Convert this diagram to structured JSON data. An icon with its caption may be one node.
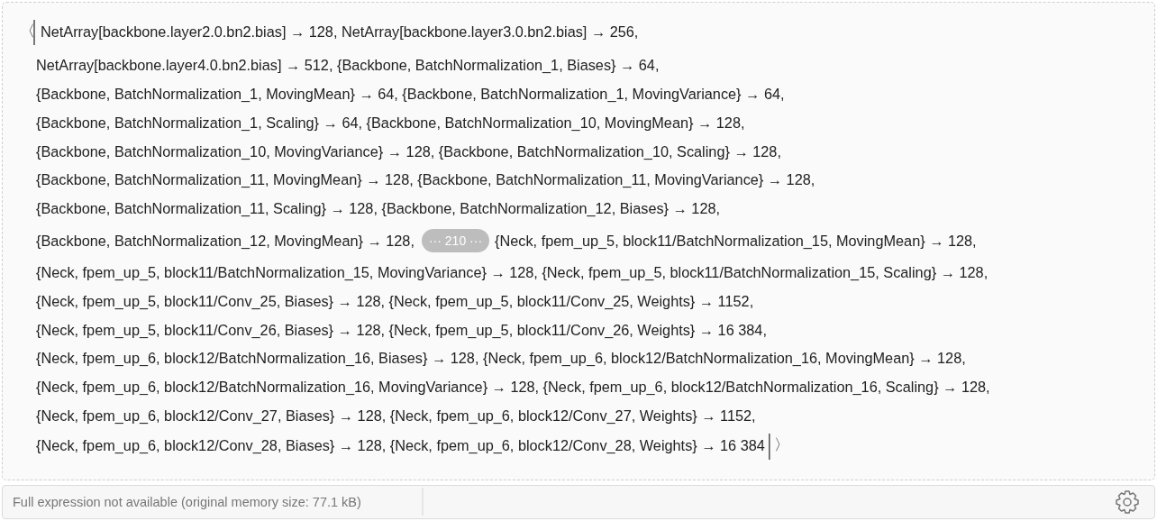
{
  "diagram": {
    "labels": [
      "〈",
      "NetArray[backbone.layer2.0.bn2.bias] → 128, NetArray[backbone.layer3.0.bn2.bias] → 256,",
      "NetArray[backbone.layer4.0.bn2.bias] → 512, {Backbone, BatchNormalization_1, Biases} → 64,",
      "{Backbone, BatchNormalization_1, MovingMean} → 64, {Backbone, BatchNormalization_1, MovingVariance} → 64,",
      "{Backbone, BatchNormalization_1, Scaling} → 64, {Backbone, BatchNormalization_10, MovingMean} → 128,",
      "{Backbone, BatchNormalization_10, MovingVariance} → 128, {Backbone, BatchNormalization_10, Scaling} → 128,",
      "{Backbone, BatchNormalization_11, MovingMean} → 128, {Backbone, BatchNormalization_11, MovingVariance} → 128,",
      "{Backbone, BatchNormalization_11, Scaling} → 128, {Backbone, BatchNormalization_12, Biases} → 128,",
      "{Backbone, BatchNormalization_12, MovingMean} → 128,",
      "··· 210 ···",
      "{Neck, fpem_up_5, block11/BatchNormalization_15, MovingMean} → 128,",
      "{Neck, fpem_up_5, block11/BatchNormalization_15, MovingVariance} → 128, {Neck, fpem_up_5, block11/BatchNormalization_15, Scaling} → 128,",
      "{Neck, fpem_up_5, block11/Conv_25, Biases} → 128, {Neck, fpem_up_5, block11/Conv_25, Weights} → 1152,",
      "{Neck, fpem_up_5, block11/Conv_26, Biases} → 128, {Neck, fpem_up_5, block11/Conv_26, Weights} → 16 384,",
      "{Neck, fpem_up_6, block12/BatchNormalization_16, Biases} → 128, {Neck, fpem_up_6, block12/BatchNormalization_16, MovingMean} → 128,",
      "{Neck, fpem_up_6, block12/BatchNormalization_16, MovingVariance} → 128, {Neck, fpem_up_6, block12/BatchNormalization_16, Scaling} → 128,",
      "{Neck, fpem_up_6, block12/Conv_27, Biases} → 128, {Neck, fpem_up_6, block12/Conv_27, Weights} → 1152,",
      "{Neck, fpem_up_6, block12/Conv_28, Biases} → 128, {Neck, fpem_up_6, block12/Conv_28, Weights} → 16 384",
      "〉",
      "Full expression not available (original memory size: 77.1 kB)"
    ]
  }
}
